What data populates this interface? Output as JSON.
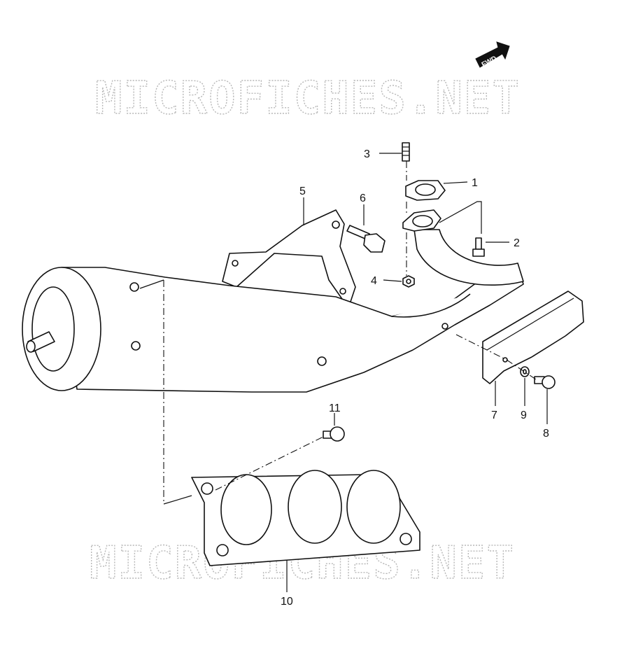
{
  "watermarks": [
    "MICROFICHES.NET",
    "MICROFICHES.NET"
  ],
  "fwd_badge": "FWD",
  "callouts": [
    "1",
    "2",
    "3",
    "4",
    "5",
    "6",
    "7",
    "8",
    "9",
    "10",
    "11"
  ],
  "icons": {
    "fwd": "fwd-arrow-icon"
  }
}
